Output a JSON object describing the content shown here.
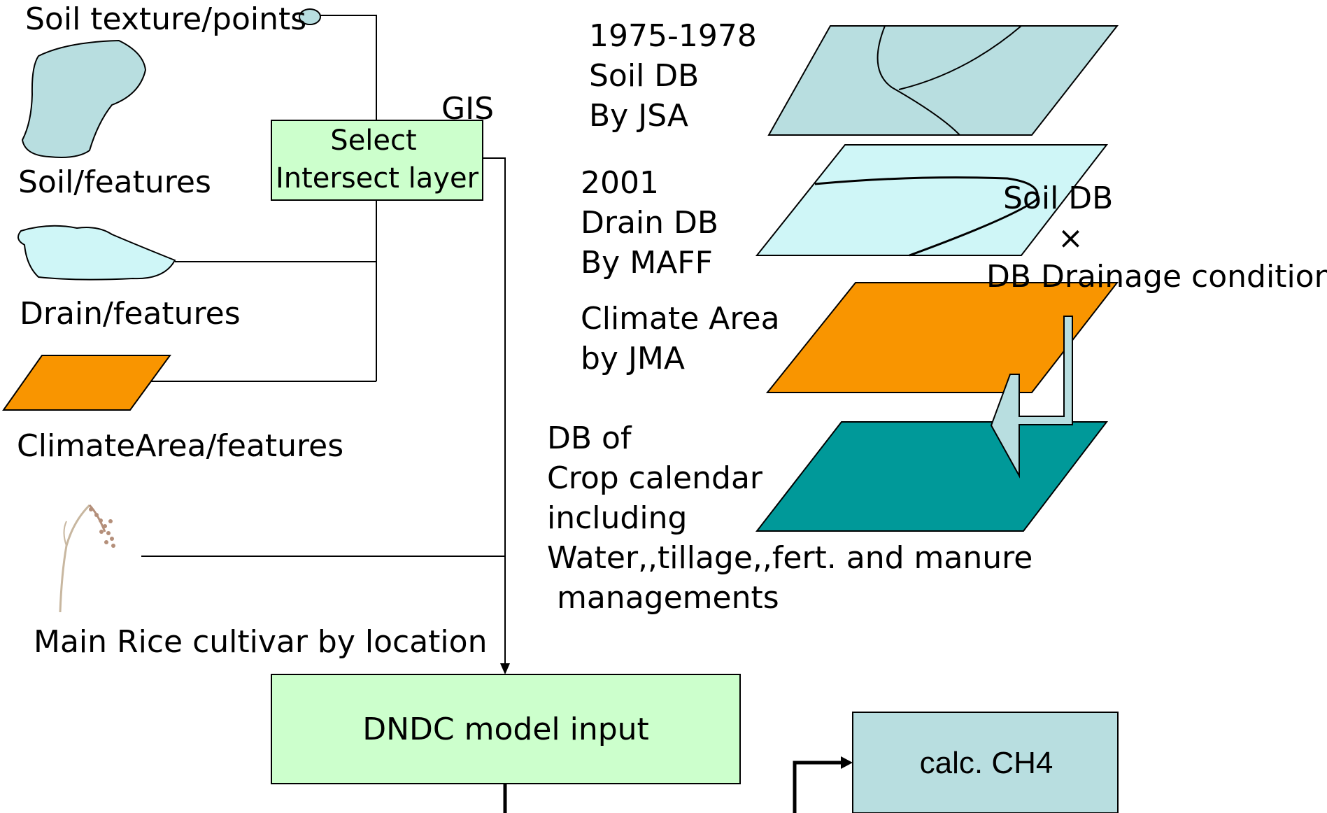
{
  "colors": {
    "soil": "#b8dee0",
    "drain": "#cff6f7",
    "climate": "#f99500",
    "crop": "#009999",
    "box_green": "#ccffcc",
    "box_calc": "#b8dee0",
    "arrow_fill": "#b8dee0"
  },
  "left": {
    "soil_points_label": "Soil texture/points",
    "soil_features_label": "Soil/features",
    "drain_features_label": "Drain/features",
    "climate_features_label": "ClimateArea/features",
    "rice_label": "Main Rice cultivar by location"
  },
  "gis": {
    "label": "GIS",
    "box_line1": "Select",
    "box_line2": "Intersect layer"
  },
  "layers": {
    "soil": [
      "1975-1978",
      "Soil DB",
      "By JSA"
    ],
    "drain": [
      "2001",
      "Drain DB",
      "By MAFF"
    ],
    "climate": [
      "Climate Area",
      "by JMA"
    ],
    "crop": [
      "DB of",
      "Crop calendar",
      "including",
      "Water,,tillage,,fert. and manure",
      " managements"
    ]
  },
  "overlay": {
    "line1": "Soil DB",
    "line2": "×",
    "line3": "DB Drainage condition"
  },
  "model": {
    "input_label": "DNDC model input",
    "calc_label": "calc. CH4"
  }
}
